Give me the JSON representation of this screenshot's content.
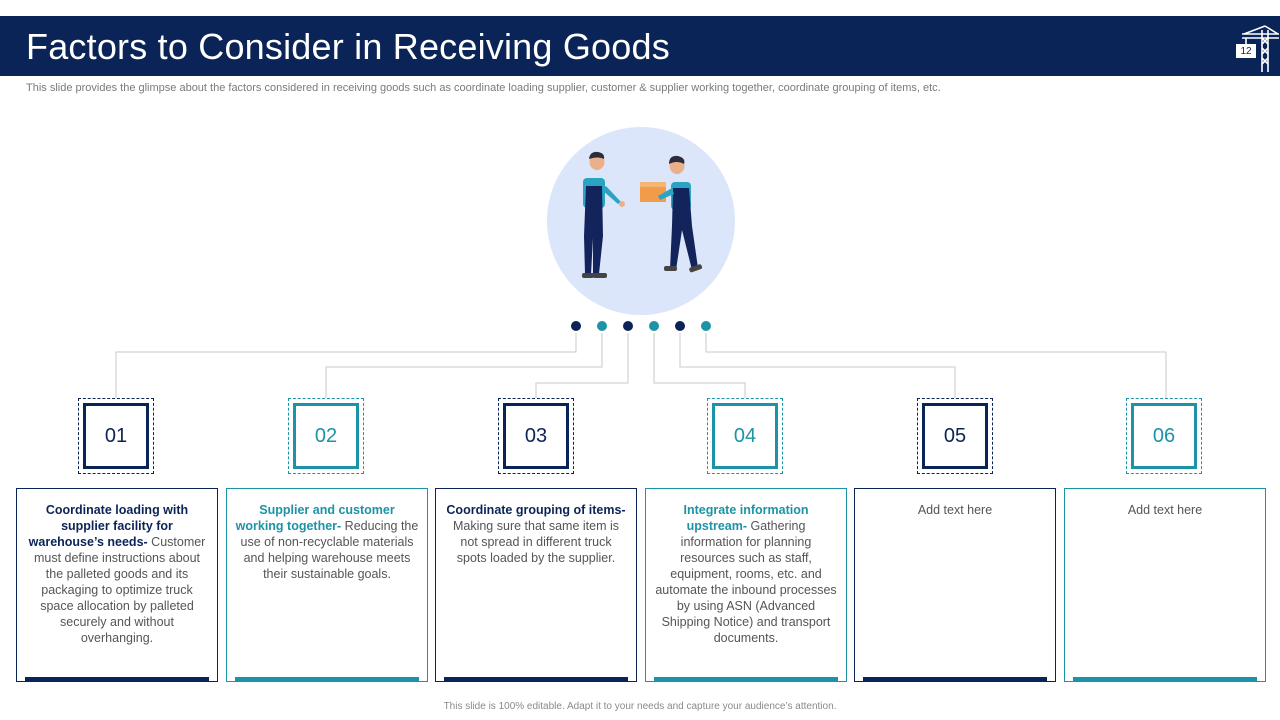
{
  "header": {
    "title": "Factors to Consider in Receiving Goods",
    "page_number": "12"
  },
  "subtitle": "This slide provides the glimpse about the factors considered in receiving goods such as coordinate loading supplier, customer & supplier working together, coordinate grouping of items, etc.",
  "colors": {
    "navy": "#0b2457",
    "teal": "#1c93a6",
    "circle_bg": "#dbe6fb"
  },
  "items": [
    {
      "number": "01",
      "heading": "Coordinate loading with supplier facility for warehouse’s needs-",
      "body": " Customer must define instructions about the palleted goods and its packaging to optimize truck space allocation by palleted securely and without overhanging."
    },
    {
      "number": "02",
      "heading": "Supplier and customer working together-",
      "body": " Reducing the use of non-recyclable materials and helping warehouse meets their sustainable goals."
    },
    {
      "number": "03",
      "heading": "Coordinate grouping of items-",
      "body": " Making sure that same item is not spread in different truck spots loaded by the supplier."
    },
    {
      "number": "04",
      "heading": "Integrate information upstream-",
      "body": " Gathering information for planning resources such as staff, equipment, rooms, etc. and automate the inbound processes by using ASN (Advanced Shipping Notice) and transport documents."
    },
    {
      "number": "05",
      "heading": "",
      "body": "Add text here"
    },
    {
      "number": "06",
      "heading": "",
      "body": "Add text here"
    }
  ],
  "footer": "This slide is 100% editable. Adapt it to your needs and capture your audience’s attention."
}
